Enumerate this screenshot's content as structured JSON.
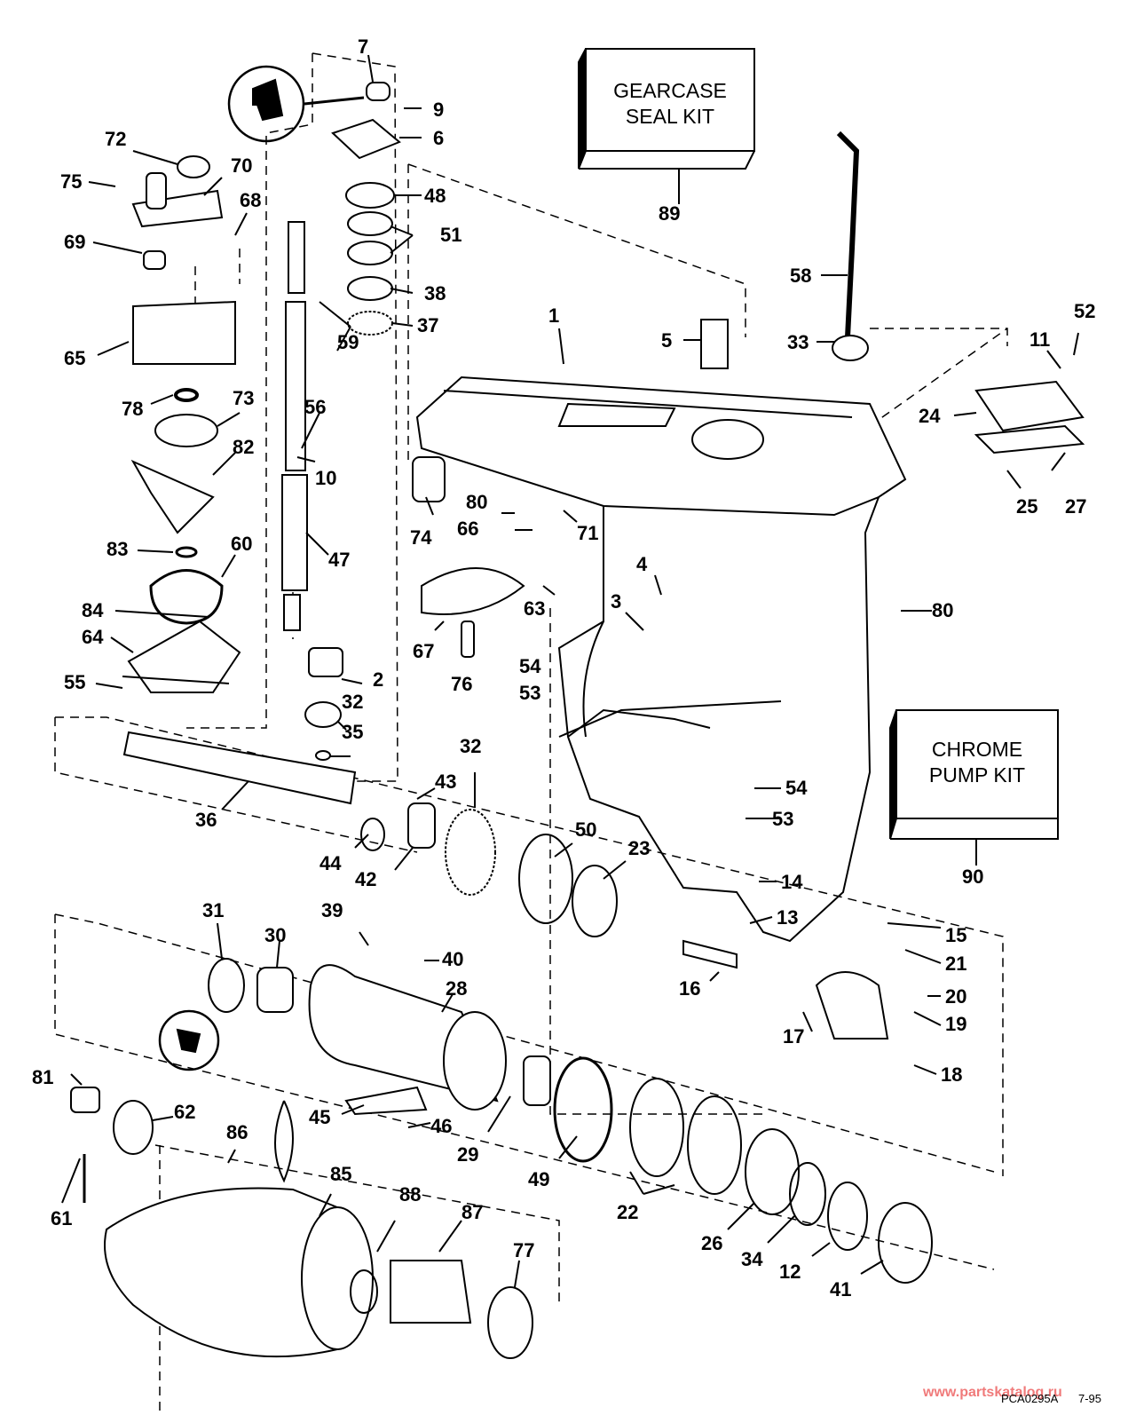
{
  "diagram": {
    "title": "Gearcase exploded parts diagram",
    "kits": [
      {
        "id": "gearcase-seal-kit",
        "text": "GEARCASE\nSEAL KIT",
        "part": "89"
      },
      {
        "id": "chrome-pump-kit",
        "text": "CHROME\nPUMP KIT",
        "part": "90"
      }
    ],
    "callouts": [
      "1",
      "2",
      "3",
      "4",
      "5",
      "6",
      "7",
      "9",
      "10",
      "11",
      "12",
      "13",
      "14",
      "15",
      "16",
      "17",
      "18",
      "19",
      "20",
      "21",
      "22",
      "23",
      "24",
      "25",
      "26",
      "27",
      "28",
      "29",
      "30",
      "31",
      "32",
      "33",
      "34",
      "35",
      "36",
      "37",
      "38",
      "39",
      "40",
      "41",
      "42",
      "43",
      "44",
      "45",
      "46",
      "47",
      "48",
      "49",
      "50",
      "51",
      "52",
      "53",
      "54",
      "55",
      "56",
      "58",
      "59",
      "60",
      "61",
      "62",
      "63",
      "64",
      "65",
      "66",
      "67",
      "68",
      "69",
      "70",
      "71",
      "72",
      "73",
      "74",
      "75",
      "76",
      "77",
      "78",
      "80",
      "81",
      "82",
      "83",
      "84",
      "85",
      "86",
      "87",
      "88"
    ],
    "labels": {
      "p7": "7",
      "p9": "9",
      "p6": "6",
      "p48": "48",
      "p51": "51",
      "p38": "38",
      "p37": "37",
      "p59": "59",
      "p72": "72",
      "p70": "70",
      "p75": "75",
      "p68": "68",
      "p69": "69",
      "p65": "65",
      "p78": "78",
      "p73": "73",
      "p82": "82",
      "p83": "83",
      "p60": "60",
      "p84": "84",
      "p64": "64",
      "p55": "55",
      "p56": "56",
      "p10": "10",
      "p47": "47",
      "p2": "2",
      "p32a": "32",
      "p35": "35",
      "p36": "36",
      "p43": "43",
      "p44": "44",
      "p42": "42",
      "p32b": "32",
      "p50": "50",
      "p23": "23",
      "p1": "1",
      "p5": "5",
      "p58": "58",
      "p33": "33",
      "p52": "52",
      "p11": "11",
      "p24": "24",
      "p25": "25",
      "p27": "27",
      "p74": "74",
      "p80a": "80",
      "p66": "66",
      "p71": "71",
      "p4": "4",
      "p3": "3",
      "p63": "63",
      "p67": "67",
      "p76": "76",
      "p54a": "54",
      "p53a": "53",
      "p80b": "80",
      "p54b": "54",
      "p53b": "53",
      "p89": "89",
      "p90": "90",
      "p14": "14",
      "p13": "13",
      "p15": "15",
      "p21": "21",
      "p20": "20",
      "p19": "19",
      "p16": "16",
      "p17": "17",
      "p18": "18",
      "p31": "31",
      "p30": "30",
      "p39": "39",
      "p40": "40",
      "p28": "28",
      "p81": "81",
      "p62": "62",
      "p86": "86",
      "p45": "45",
      "p46": "46",
      "p29": "29",
      "p49": "49",
      "p22": "22",
      "p26": "26",
      "p34": "34",
      "p12": "12",
      "p41": "41",
      "p61": "61",
      "p85": "85",
      "p88": "88",
      "p87": "87",
      "p77": "77"
    },
    "kit_seal_line1": "GEARCASE",
    "kit_seal_line2": "SEAL KIT",
    "kit_pump_line1": "CHROME",
    "kit_pump_line2": "PUMP KIT",
    "drawing_code": "PCA0295A",
    "drawing_date": "7-95",
    "watermark": "www.partskatalog.ru"
  },
  "colors": {
    "ink": "#000000",
    "paper": "#ffffff",
    "watermark": "#f07a7a"
  }
}
